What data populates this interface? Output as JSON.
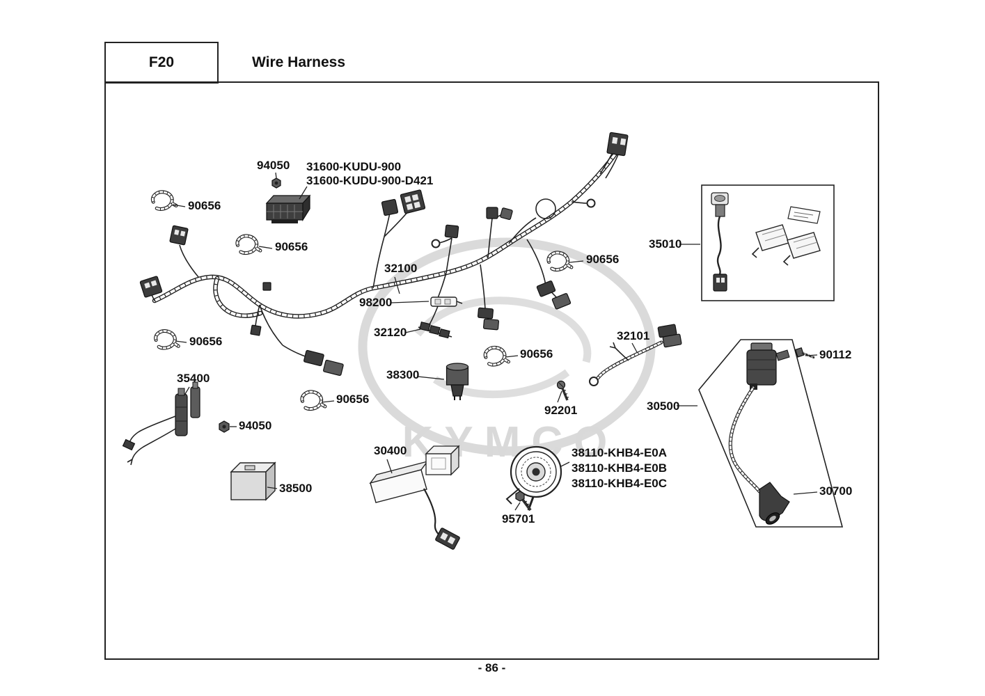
{
  "header": {
    "code": "F20",
    "title": "Wire Harness"
  },
  "footer": {
    "page_number": "- 86 -"
  },
  "watermark": {
    "text": "KYMCO"
  },
  "labels": {
    "bolt_94050_a": "94050",
    "ecu_31600_line1": "31600-KUDU-900",
    "ecu_31600_line2": "31600-KUDU-900-D421",
    "clamp_90656_a": "90656",
    "clamp_90656_b": "90656",
    "harness_32100": "32100",
    "fuse_98200": "98200",
    "clamp_90656_c": "90656",
    "terminal_32120": "32120",
    "clamp_90656_d": "90656",
    "clamp_90656_e": "90656",
    "relay_38300": "38300",
    "unit_35400": "35400",
    "bolt_94050_b": "94050",
    "clamp_90656_f": "90656",
    "unit_38500": "38500",
    "unit_30400": "30400",
    "bolt_95701": "95701",
    "horn_38110_a": "38110-KHB4-E0A",
    "horn_38110_b": "38110-KHB4-E0B",
    "horn_38110_c": "38110-KHB4-E0C",
    "screw_92201": "92201",
    "subharness_32101": "32101",
    "keyset_35010": "35010",
    "screw_90112": "90112",
    "ignition_30500": "30500",
    "plugcap_30700": "30700"
  }
}
